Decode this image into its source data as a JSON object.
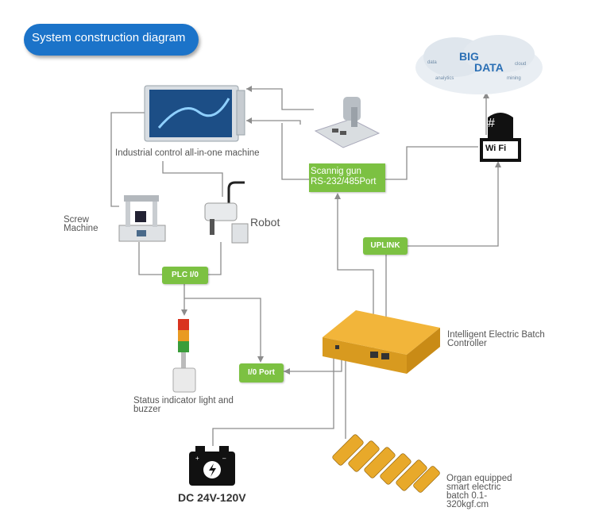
{
  "title": "System construction diagram",
  "labels": {
    "industrial_pc": "Industrial control all-in-one machine",
    "screw_machine_line1": "Screw",
    "screw_machine_line2": "Machine",
    "robot": "Robot",
    "scanning_gun_line1": "Scannig gun",
    "scanning_gun_line2": "RS-232/485Port",
    "uplink": "UPLINK",
    "plc_io": "PLC I/0",
    "io_port": "I/0 Port",
    "controller_line1": "Intelligent Electric Batch",
    "controller_line2": "Controller",
    "status_light_line1": "Status indicator light and",
    "status_light_line2": "buzzer",
    "dc_power": "DC 24V-120V",
    "organ_line1": "Organ equipped",
    "organ_line2": "smart electric",
    "organ_line3": "batch 0.1-",
    "organ_line4": "320kgf.cm",
    "big_data_line1": "BIG",
    "big_data_line2": "DATA",
    "wifi": "Wi Fi",
    "hash": "#"
  },
  "colors": {
    "title_bg": "#1b73c9",
    "green_tag": "#7cc142",
    "line": "#8c8c8c",
    "controller": "#e8a92a"
  },
  "icons": [
    "monitor-icon",
    "barcode-scanner-icon",
    "cloud-big-data-icon",
    "wifi-router-icon",
    "screw-machine-icon",
    "scara-robot-icon",
    "signal-tower-icon",
    "battery-icon",
    "controller-box-icon",
    "electric-screwdriver-icon"
  ]
}
